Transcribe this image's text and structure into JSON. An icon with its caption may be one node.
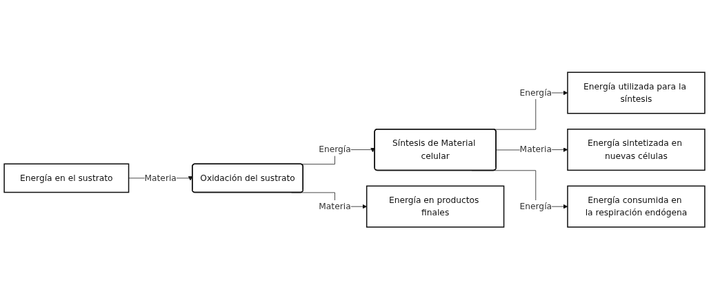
{
  "diagram": {
    "nodes": [
      {
        "text": [
          "Energía en el sustrato"
        ]
      },
      {
        "text": [
          "Oxidación del sustrato"
        ]
      },
      {
        "text": [
          "Síntesis de Material celular"
        ]
      },
      {
        "text": [
          "Energía utilizada para la síntesis"
        ]
      },
      {
        "text": [
          "Energía sintetizada en nuevas células"
        ]
      },
      {
        "text": [
          "Energía consumida en la respiración endógena"
        ]
      },
      {
        "text": [
          "Energía en productos finales"
        ]
      }
    ],
    "edges": [
      {
        "from": 0,
        "to": 1,
        "arrow": "to",
        "label": "Materia"
      },
      {
        "from": 1,
        "to": 2,
        "arrow": "to",
        "label": "Energía"
      },
      {
        "from": 1,
        "to": 6,
        "arrow": "to",
        "label": "Materia"
      },
      {
        "from": 2,
        "to": 3,
        "arrow": "to",
        "label": "Energía"
      },
      {
        "from": 2,
        "to": 4,
        "arrow": "to",
        "label": "Materia"
      },
      {
        "from": 2,
        "to": 5,
        "arrow": "to",
        "label": "Energía"
      }
    ]
  }
}
